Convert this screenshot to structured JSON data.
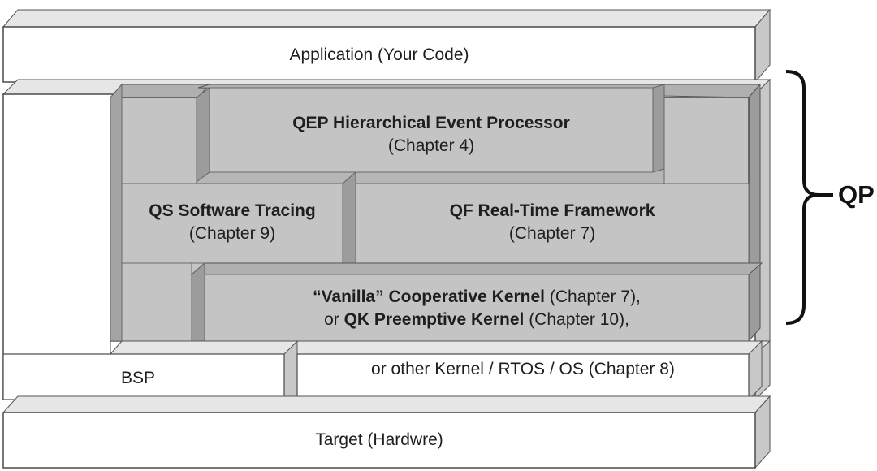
{
  "layers": {
    "application": {
      "label": "Application (Your Code)"
    },
    "qep": {
      "title": "QEP Hierarchical Event Processor",
      "chapter": "(Chapter 4)"
    },
    "qs": {
      "title": "QS Software Tracing",
      "chapter": "(Chapter 9)"
    },
    "qf": {
      "title": "QF Real-Time Framework",
      "chapter": "(Chapter 7)"
    },
    "kernel": {
      "vanilla_bold": "“Vanilla” Cooperative Kernel",
      "vanilla_chapter": " (Chapter 7),",
      "or_prefix": "or ",
      "qk_bold": "QK Preemptive Kernel",
      "qk_chapter": " (Chapter 10),"
    },
    "rtos": {
      "label": "or other Kernel / RTOS / OS (Chapter 8)"
    },
    "bsp": {
      "label": "BSP"
    },
    "target": {
      "label": "Target (Hardwre)"
    }
  },
  "bracket": {
    "label": "QP"
  },
  "colors": {
    "white_face": "#ffffff",
    "white_side": "#c8c8c8",
    "white_top": "#e6e6e6",
    "gray_face": "#c4c4c4",
    "gray_side": "#9c9c9c",
    "gray_top": "#b0b0b0",
    "outline": "#4a4a4a"
  }
}
